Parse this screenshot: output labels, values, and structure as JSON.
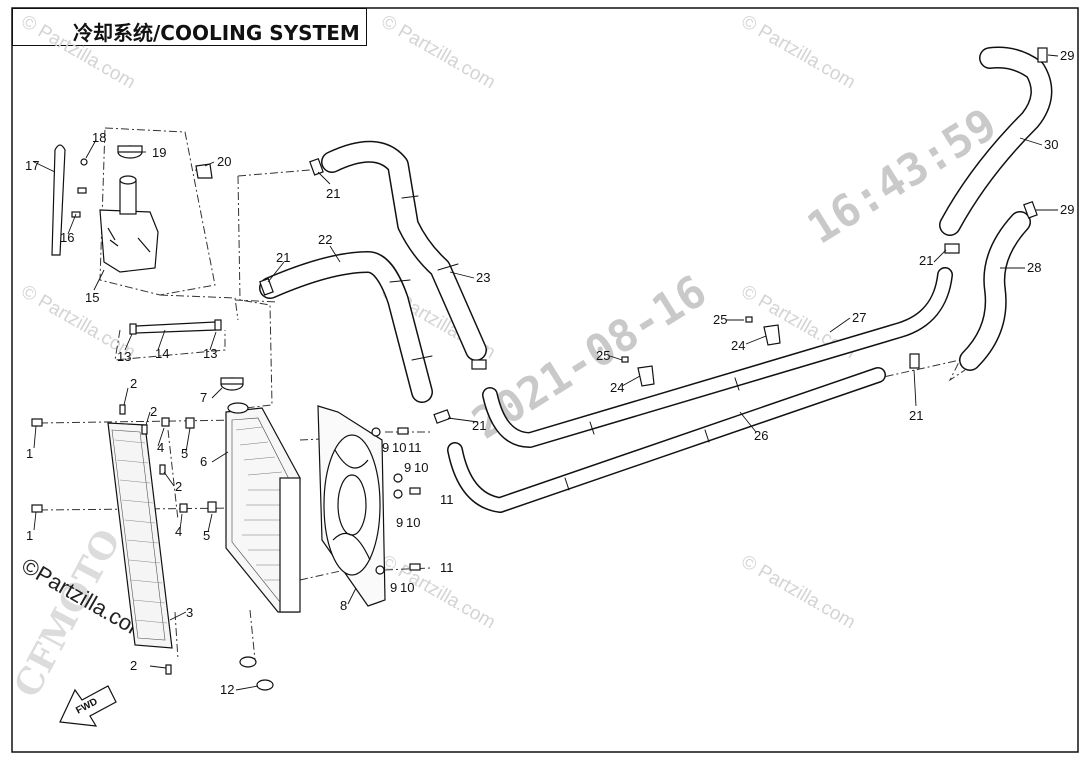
{
  "title": "冷却系统/COOLING SYSTEM",
  "watermarks": {
    "site": "© Partzilla.com",
    "site_alt": "©Partzilla.com",
    "timestamp_date": "2021-08-16",
    "timestamp_time": "16:43:59",
    "brand": "CFMOTO"
  },
  "fwd_label": "FWD",
  "callouts": {
    "c1a": "1",
    "c1b": "1",
    "c2a": "2",
    "c2b": "2",
    "c2c": "2",
    "c2d": "2",
    "c3": "3",
    "c4a": "4",
    "c4b": "4",
    "c5a": "5",
    "c5b": "5",
    "c6": "6",
    "c7": "7",
    "c8": "8",
    "c9a": "9",
    "c10a": "10",
    "c11a": "11",
    "c9b": "9",
    "c10b": "10",
    "c11b": "11",
    "c9c": "9",
    "c10c": "10",
    "c9d": "9",
    "c10d": "10",
    "c11c": "11",
    "c12": "12",
    "c13a": "13",
    "c13b": "13",
    "c14": "14",
    "c15": "15",
    "c16": "16",
    "c17": "17",
    "c18": "18",
    "c19": "19",
    "c20": "20",
    "c21a": "21",
    "c21b": "21",
    "c21c": "21",
    "c21d": "21",
    "c21e": "21",
    "c22": "22",
    "c23": "23",
    "c24a": "24",
    "c24b": "24",
    "c25a": "25",
    "c25b": "25",
    "c26": "26",
    "c27": "27",
    "c28": "28",
    "c29a": "29",
    "c29b": "29",
    "c30": "30"
  }
}
